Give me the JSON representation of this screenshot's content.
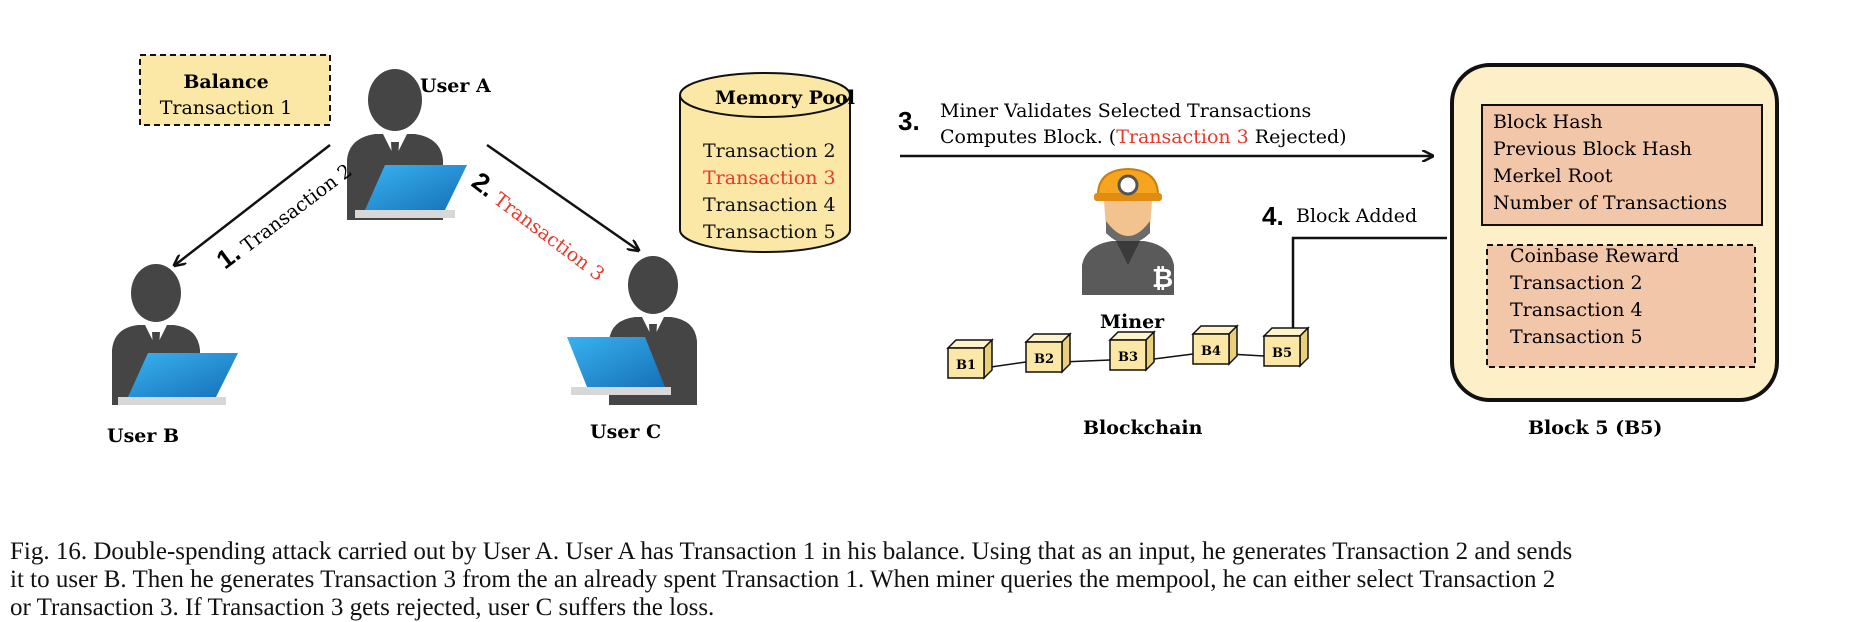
{
  "balance": {
    "title": "Balance",
    "item": "Transaction 1"
  },
  "users": {
    "a": "User A",
    "b": "User B",
    "c": "User C",
    "miner": "Miner"
  },
  "memory_pool": {
    "title": "Memory Pool",
    "items": [
      {
        "label": "Transaction 2",
        "rejected": false
      },
      {
        "label": "Transaction 3",
        "rejected": true
      },
      {
        "label": "Transaction 4",
        "rejected": false
      },
      {
        "label": "Transaction 5",
        "rejected": false
      }
    ]
  },
  "edges": {
    "to_b": {
      "step": "1.",
      "label": "Transaction 2"
    },
    "to_c": {
      "step": "2.",
      "label": "Transaction 3"
    }
  },
  "step3": {
    "number": "3.",
    "line1": "Miner Validates Selected Transactions",
    "line2_prefix": "Computes Block. (",
    "line2_highlight": "Transaction 3",
    "line2_suffix": " Rejected)"
  },
  "step4": {
    "number": "4.",
    "label": "Block Added"
  },
  "block_header": [
    "Block Hash",
    "Previous Block Hash",
    "Merkel Root",
    "Number of Transactions"
  ],
  "block_body": [
    "Coinbase Reward",
    "Transaction 2",
    "Transaction 4",
    "Transaction 5"
  ],
  "block_title": "Block 5 (B5)",
  "blockchain": {
    "label": "Blockchain",
    "blocks": [
      "B1",
      "B2",
      "B3",
      "B4",
      "B5"
    ]
  },
  "bitcoin_symbol": "₿",
  "caption": {
    "line1": "Fig. 16.  Double-spending attack carried out by User A. User A has Transaction 1 in his balance. Using that as an input, he generates Transaction 2 and sends",
    "line2": "it to user B. Then he generates Transaction 3 from the an already spent Transaction 1. When miner queries the mempool, he can either select Transaction 2",
    "line3": "or Transaction 3. If Transaction 3 gets rejected, user C suffers the loss."
  },
  "colors": {
    "yellow": "#fbe8a6",
    "salmon": "#f2c6a8",
    "red": "#e8392b",
    "dark": "#444444",
    "blue": "#1e8fd6"
  }
}
